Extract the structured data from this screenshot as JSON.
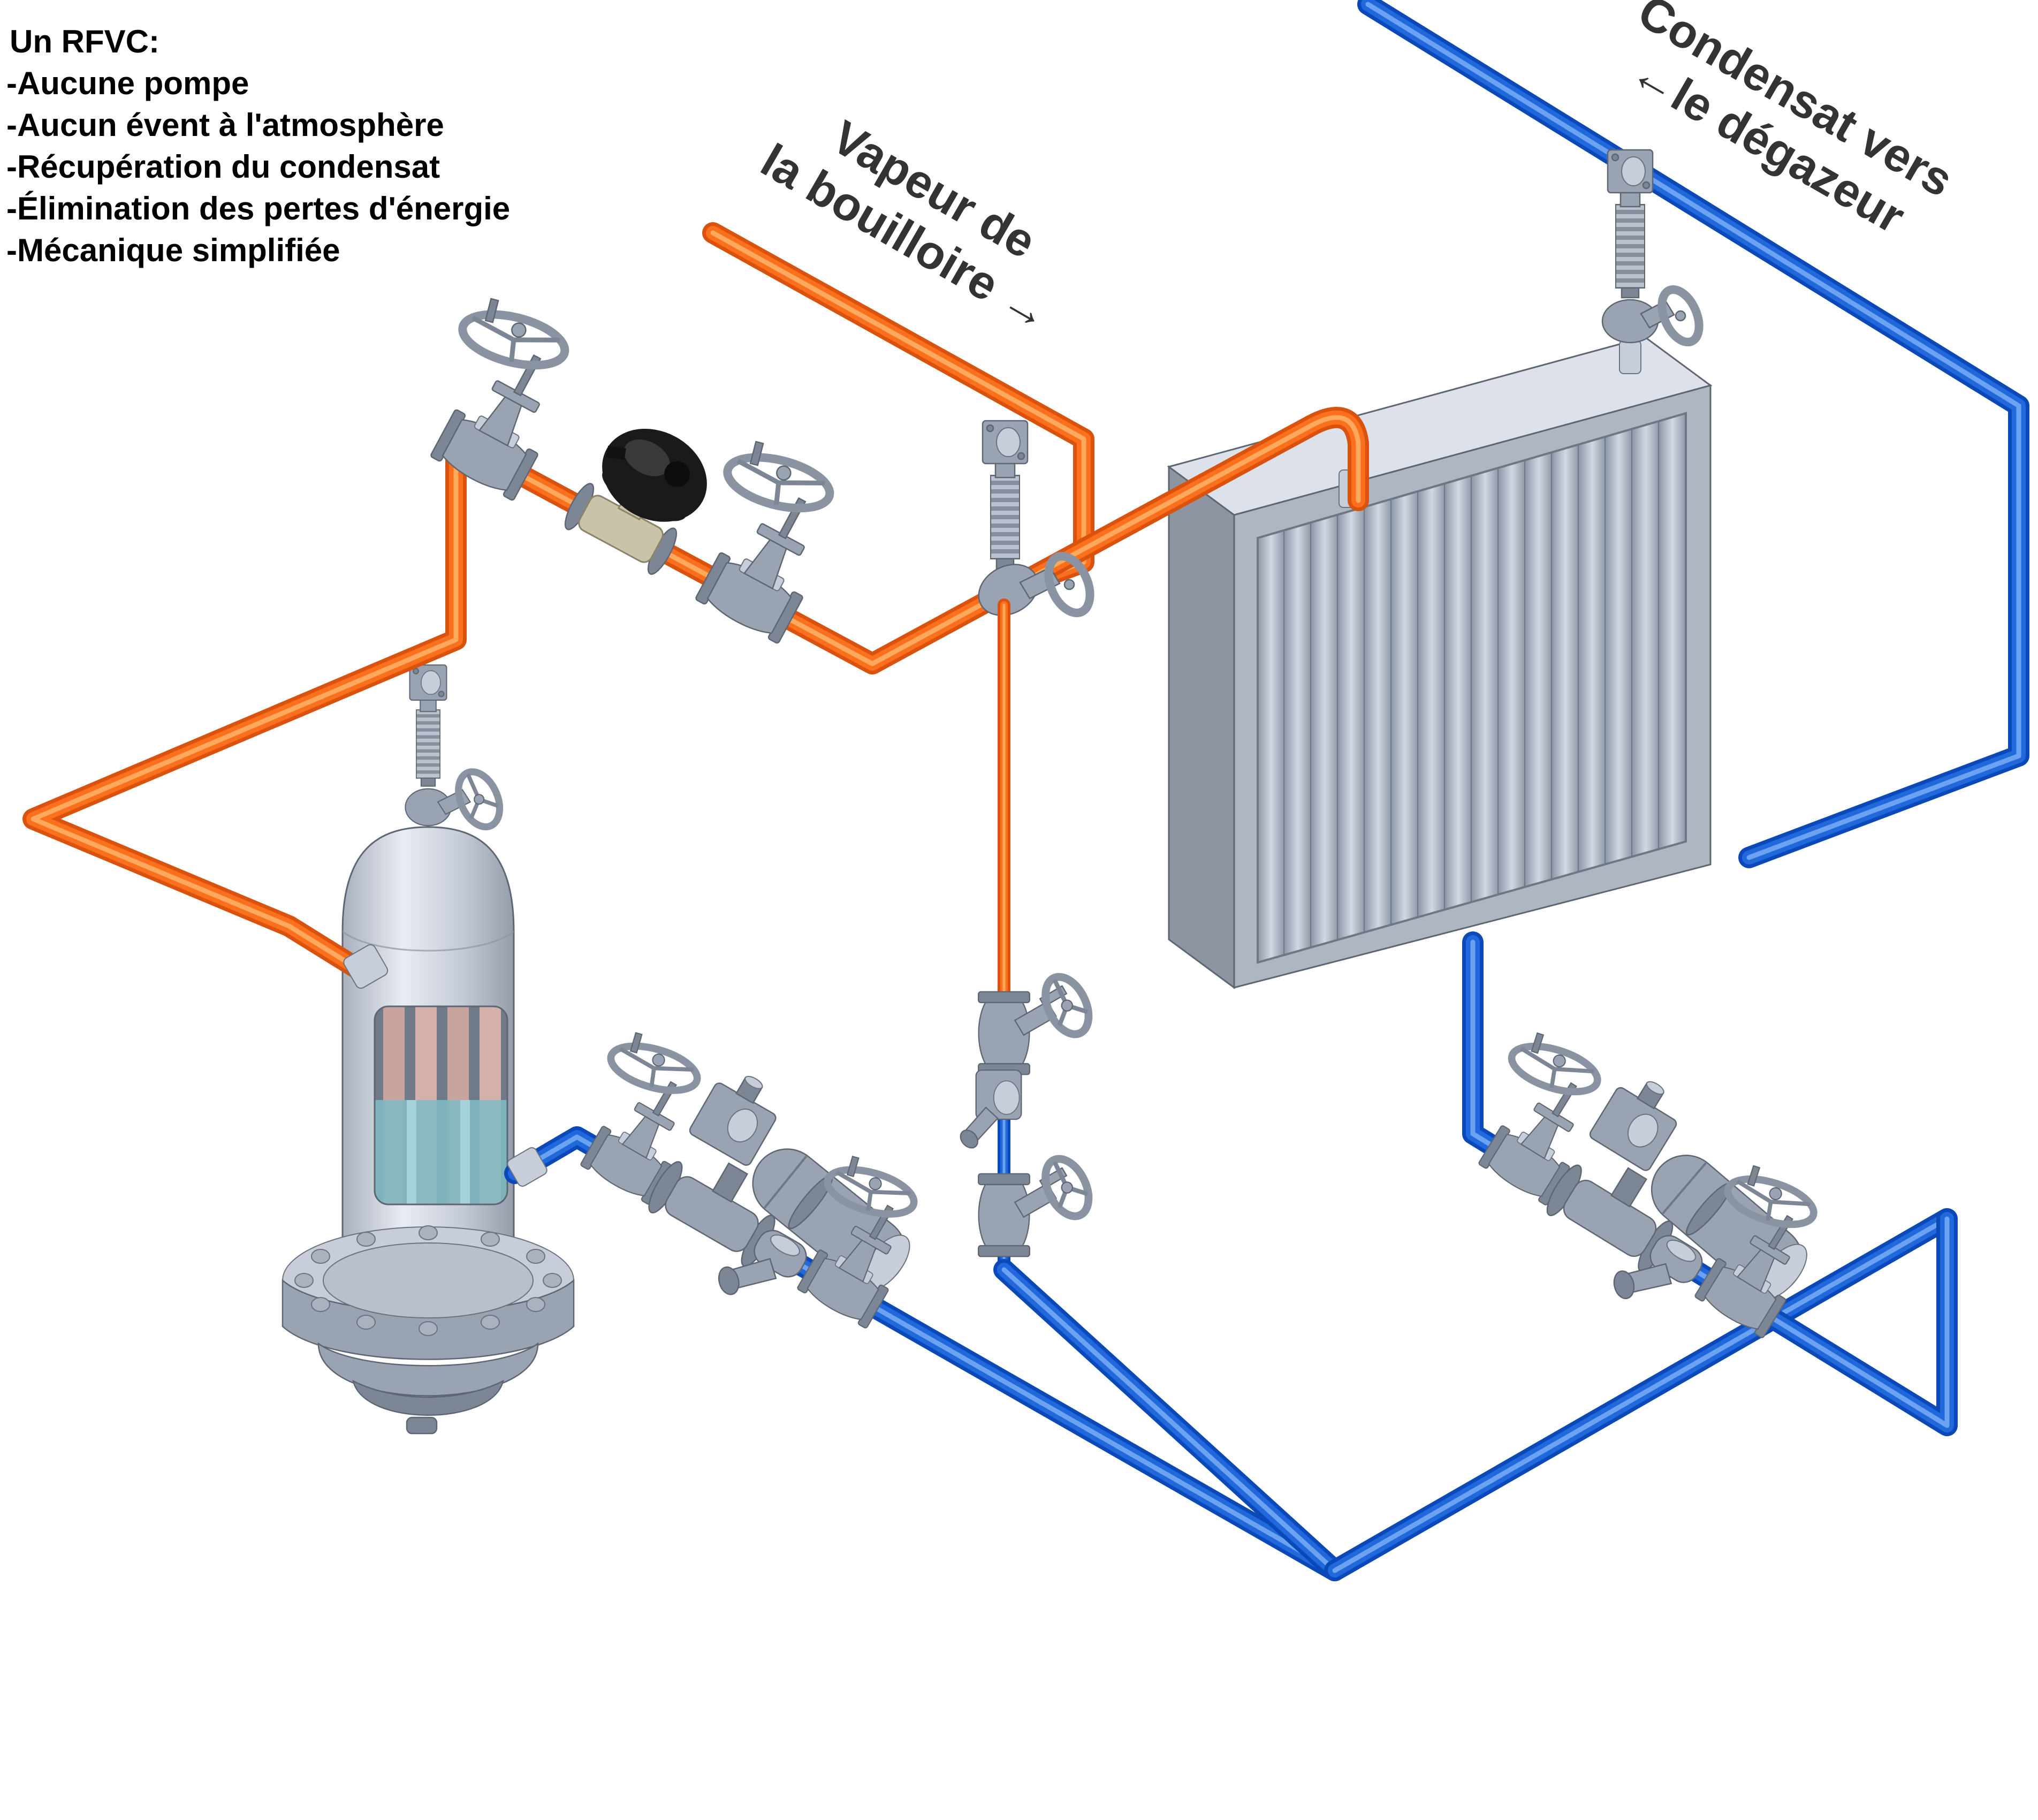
{
  "annotation": {
    "title": "Un RFVC:",
    "items": [
      "-Aucune pompe",
      "-Aucun évent à l'atmosphère",
      "-Récupération du condensat",
      "-Élimination des pertes d'énergie",
      "-Mécanique simplifiée"
    ]
  },
  "labels": {
    "steam_line1": "Vapeur de",
    "steam_line2": "la bouilloire →",
    "condensate_line1": "Condensat vers",
    "condensate_line2": "←le dégazeur"
  },
  "colors": {
    "background": "#FFFFFF",
    "annotation_text": "#000000",
    "label_text": "#333333",
    "steam_pipe": "#FB6F1D",
    "steam_pipe_dark": "#D9530E",
    "steam_pipe_highlight": "#FFA95C",
    "condensate_pipe": "#2268DD",
    "condensate_pipe_dark": "#0B49B8",
    "condensate_pipe_highlight": "#6BA3F0",
    "metal": "#9AA3B2",
    "regulator_dome": "#1A1A1A",
    "regulator_body": "#C9C3A9",
    "vessel_shell": "#CDD3DE",
    "vessel_liquid": "#7FB9C4",
    "vessel_tubes": "#C8A49E"
  },
  "components": [
    {
      "name": "steam-supply-pipe",
      "type": "pipe",
      "service": "steam"
    },
    {
      "name": "isolation-gate-valve-1",
      "type": "gate-valve"
    },
    {
      "name": "pressure-regulator",
      "type": "control-valve"
    },
    {
      "name": "isolation-gate-valve-2",
      "type": "gate-valve"
    },
    {
      "name": "steam-branch-isolation-valve",
      "type": "bellows-valve"
    },
    {
      "name": "vessel-heater",
      "type": "shell-and-tube-vessel"
    },
    {
      "name": "vessel-vent-valve",
      "type": "bellows-valve"
    },
    {
      "name": "heat-exchanger",
      "type": "plate-coil"
    },
    {
      "name": "exchanger-outlet-valve",
      "type": "bellows-valve"
    },
    {
      "name": "steam-trap-station",
      "type": "trap-station"
    },
    {
      "name": "condensate-control-station-left",
      "type": "valve-station"
    },
    {
      "name": "condensate-control-station-right",
      "type": "valve-station"
    },
    {
      "name": "condensate-return-pipe",
      "type": "pipe",
      "service": "condensate"
    }
  ]
}
